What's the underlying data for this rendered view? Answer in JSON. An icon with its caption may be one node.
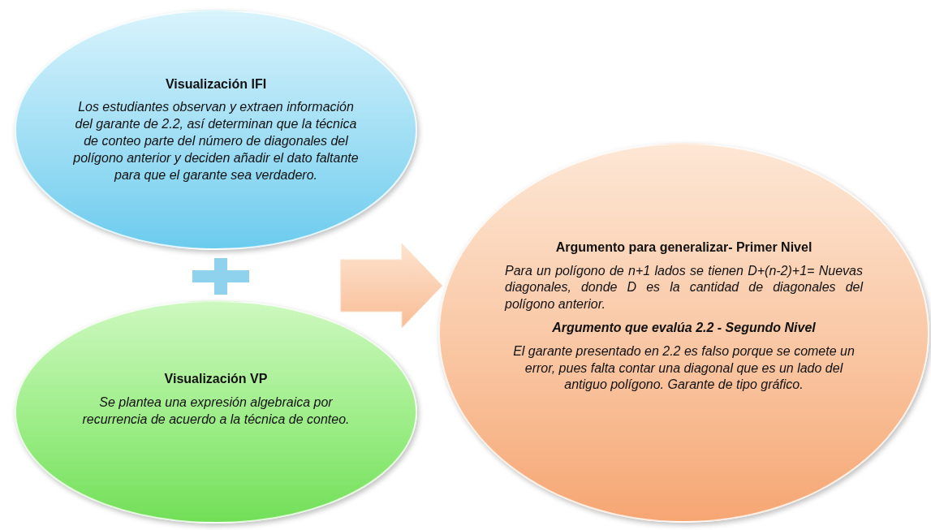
{
  "diagram": {
    "nodes": [
      {
        "text": [
          "Visualización IFI",
          "Los estudiantes observan y extraen información del garante de 2.2, así determinan que la técnica de conteo parte del número de diagonales del polígono anterior y deciden añadir el dato faltante para que el garante sea verdadero."
        ]
      },
      {
        "text": [
          "Visualización VP",
          "Se plantea una expresión algebraica por recurrencia de acuerdo a la técnica de conteo."
        ]
      },
      {
        "text": [
          "Argumento para generalizar- Primer Nivel",
          "Para un polígono de n+1 lados se tienen D+(n-2)+1= Nuevas diagonales, donde D es la cantidad de diagonales del polígono anterior.",
          "Argumento que evalúa 2.2 - Segundo Nivel",
          "El garante presentado en 2.2 es falso porque se comete un error, pues falta contar una diagonal que es un lado del antiguo polígono. Garante de tipo gráfico."
        ]
      }
    ],
    "edges": [
      {
        "from": 0,
        "to": 2,
        "arrow": "to"
      },
      {
        "from": 1,
        "to": 2,
        "arrow": "to"
      }
    ]
  }
}
